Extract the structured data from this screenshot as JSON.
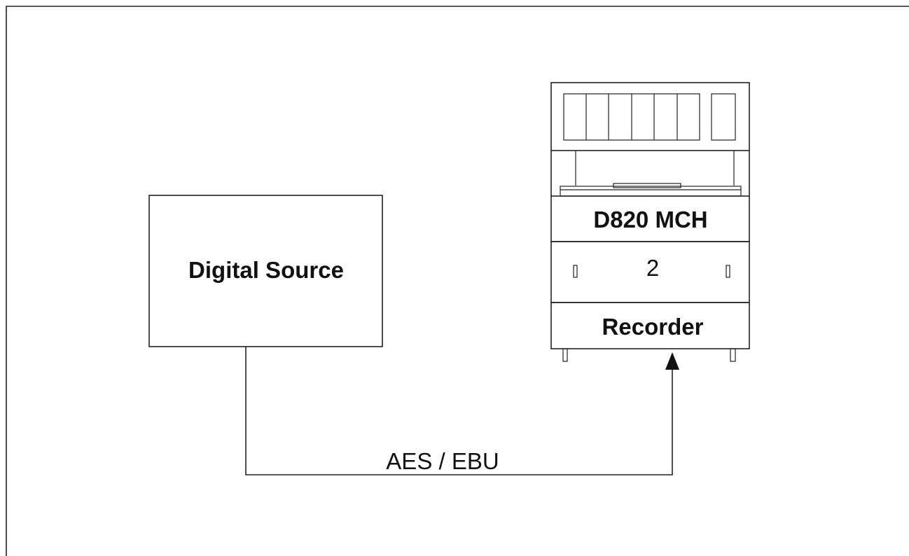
{
  "source": {
    "label": "Digital Source"
  },
  "recorder": {
    "model_label": "D820 MCH",
    "unit_number": "2",
    "type_label": "Recorder"
  },
  "connection": {
    "label": "AES / EBU"
  },
  "colors": {
    "line": "#222222",
    "text": "#111111",
    "background": "#ffffff"
  }
}
